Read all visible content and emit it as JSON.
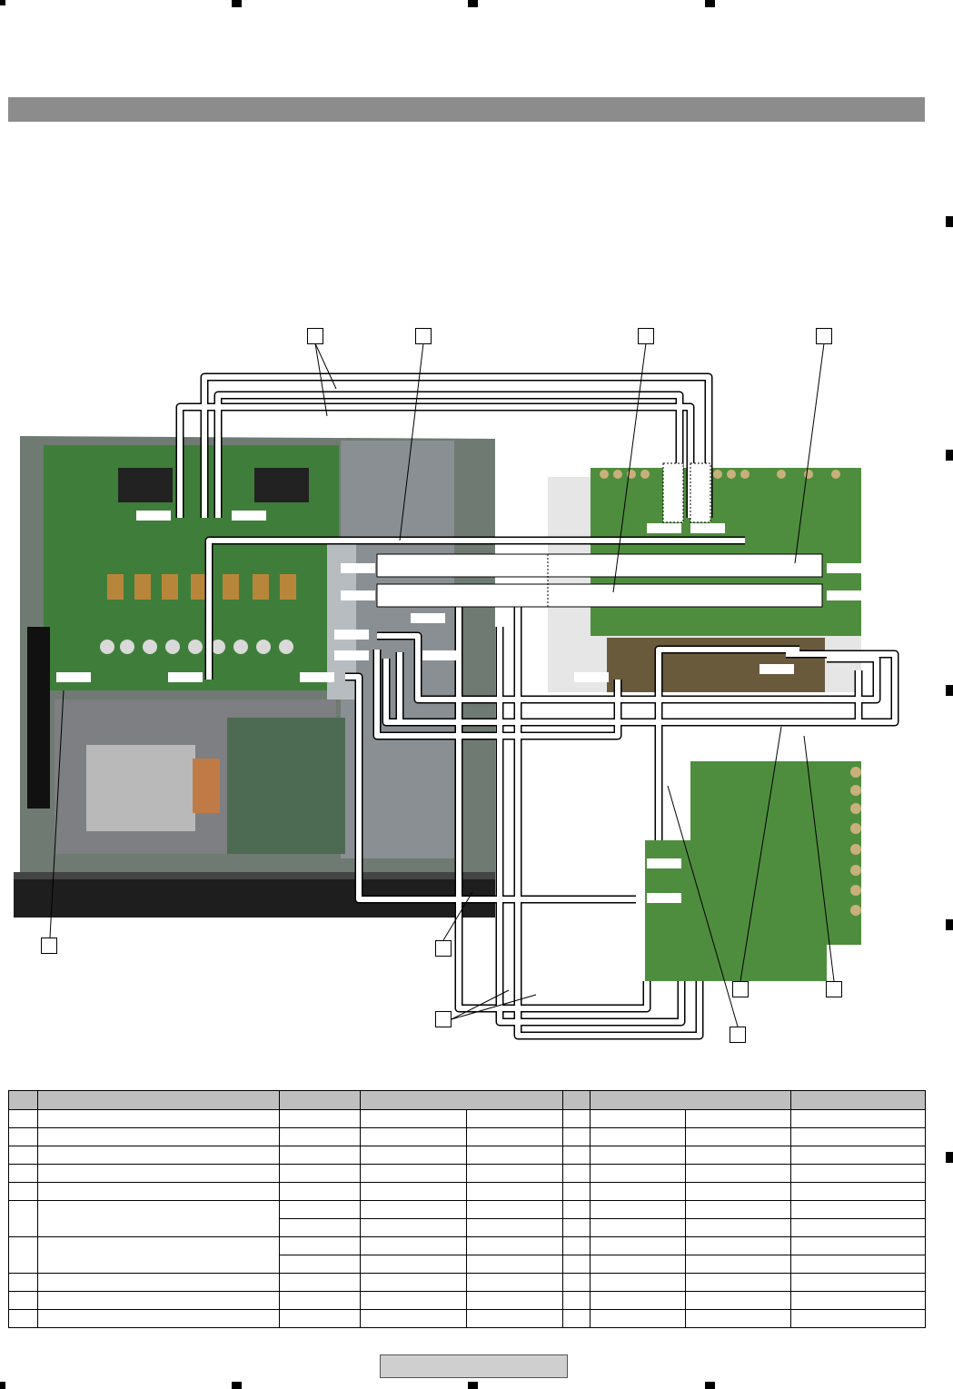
{
  "registration_marks": {
    "top": [
      {
        "id": "tm1"
      },
      {
        "id": "tm2"
      },
      {
        "id": "tm3"
      }
    ],
    "bottom": [
      {
        "id": "bm1"
      },
      {
        "id": "bm2"
      },
      {
        "id": "bm3"
      }
    ],
    "right": [
      {
        "id": "rm1"
      },
      {
        "id": "rm2"
      },
      {
        "id": "rm3"
      },
      {
        "id": "rm4"
      },
      {
        "id": "rm5"
      }
    ]
  },
  "section_header": {
    "title": ""
  },
  "diagram": {
    "callouts": [
      {
        "id": "c1",
        "label": ""
      },
      {
        "id": "c2",
        "label": ""
      },
      {
        "id": "c3",
        "label": ""
      },
      {
        "id": "c4",
        "label": ""
      },
      {
        "id": "c5",
        "label": ""
      },
      {
        "id": "c6",
        "label": ""
      },
      {
        "id": "c7",
        "label": ""
      },
      {
        "id": "c8",
        "label": ""
      },
      {
        "id": "c9",
        "label": ""
      },
      {
        "id": "c10",
        "label": ""
      }
    ]
  },
  "parts_table": {
    "headers": [
      "",
      "",
      "",
      "",
      "",
      "",
      ""
    ],
    "row_count": 12
  },
  "footer": {
    "page_label": ""
  },
  "colors": {
    "header_bar": "#8c8c8c",
    "pcb_green": "#3f7e3a",
    "chassis_dark": "#2b2b2b",
    "table_header": "#bfbfbf"
  }
}
